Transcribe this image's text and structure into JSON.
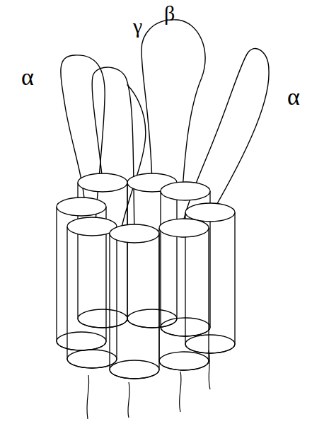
{
  "diagram": {
    "labels": [
      "α",
      "γ",
      "β",
      "α"
    ]
  }
}
